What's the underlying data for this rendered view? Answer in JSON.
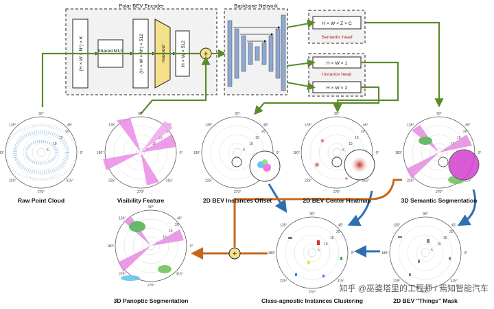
{
  "encoder": {
    "title": "Polar BEV Encoder",
    "input_dim": "(H × W × N*) × K",
    "mlp": "Shared MLP",
    "mid_dim": "(H × W × N*) × 512",
    "pool": "maxpool",
    "out_dim": "H × W × 512"
  },
  "backbone": {
    "title": "Backbone Network"
  },
  "heads": {
    "semantic_dim": "H × W × Z × C",
    "semantic_label": "Semantic head",
    "instance_dim1": "H × W × 1",
    "instance_label": "Instance head",
    "instance_dim2": "H × W × 2"
  },
  "panels": [
    "Raw Point Cloud",
    "Visibility Feature",
    "2D BEV Instances Offset",
    "2D BEV Center Heatmap",
    "3D Semantic Segmentation",
    "3D Panoptic Segmentation",
    "Class-agnostic Instances Clustering",
    "2D BEV \"Things\" Mask"
  ],
  "ticks": {
    "angles": [
      "90°",
      "45°",
      "0°",
      "315°",
      "270°",
      "225°",
      "180°",
      "135°"
    ],
    "ranges": [
      "5",
      "10",
      "15",
      "20"
    ]
  },
  "watermark": "知乎 @巫婆塔里的工程师 / 焉知智能汽车",
  "colors": {
    "green_arrow": "#5a8a2a",
    "blue_arrow": "#2f6fb0",
    "orange_arrow": "#c8671c",
    "maxpool_fill": "#f4e08a",
    "backbone_fill": "#8fa8cf",
    "semantic_red": "#b02020"
  }
}
